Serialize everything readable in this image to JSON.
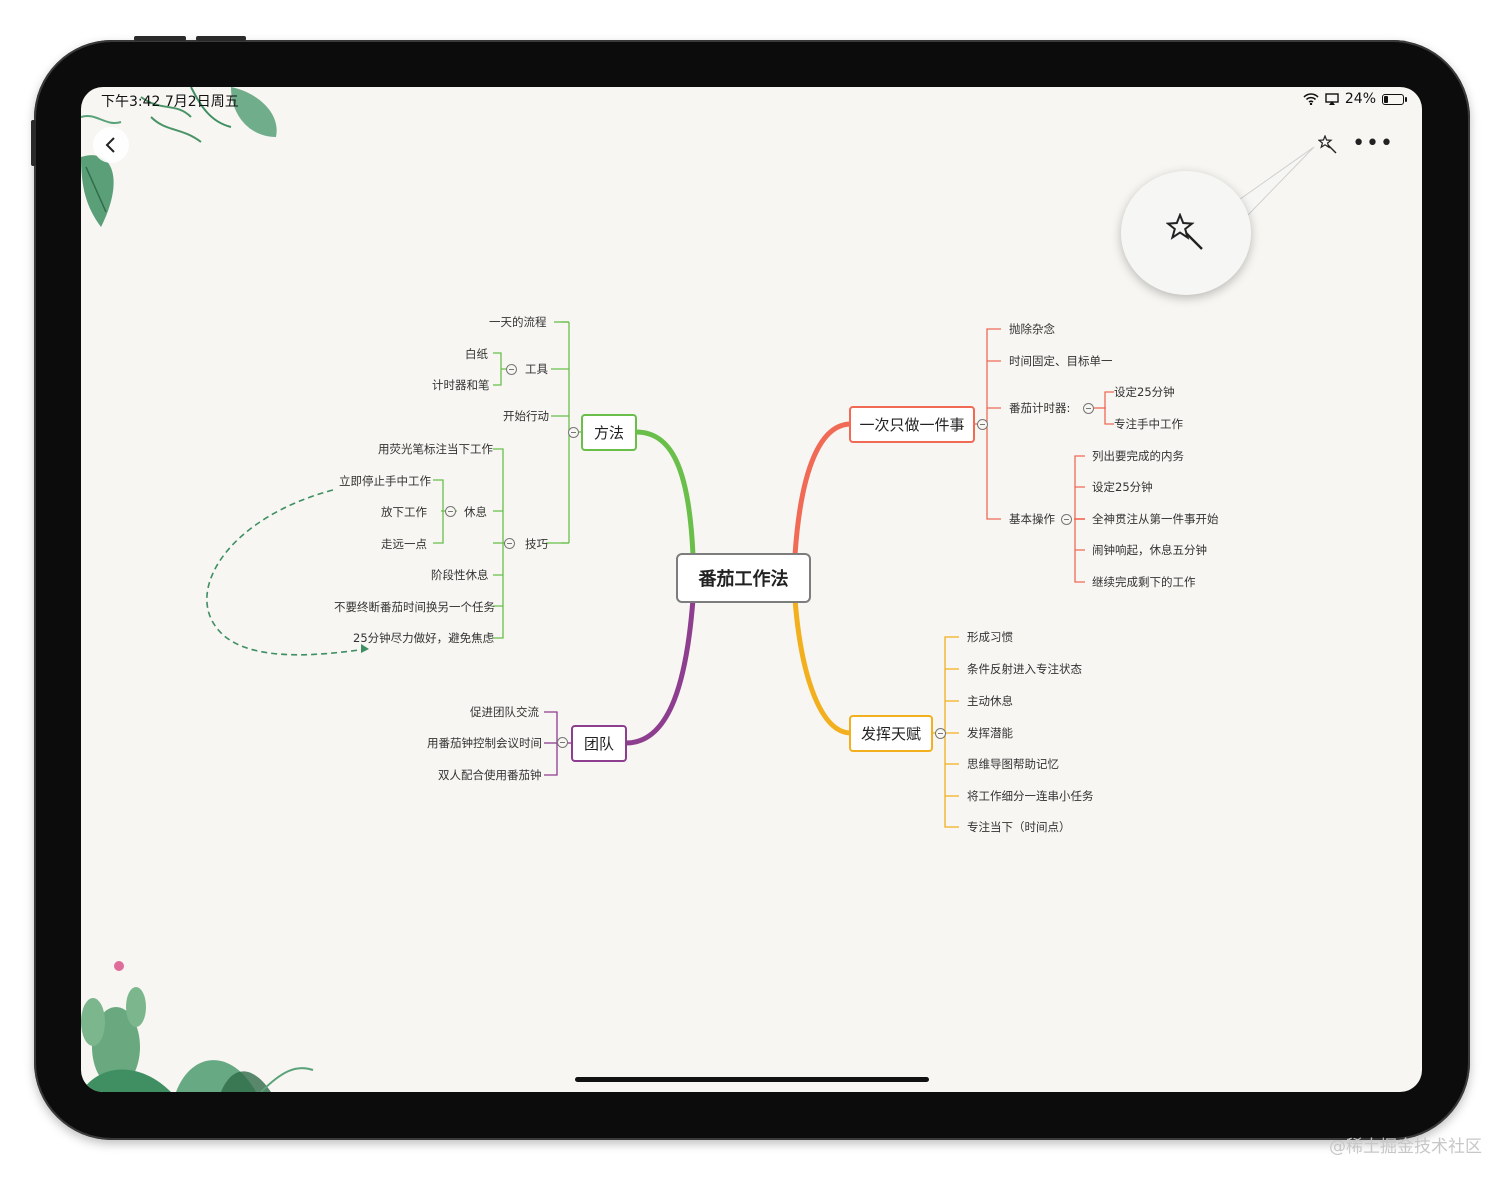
{
  "status_bar": {
    "time_date": "下午3:42  7月2日周五",
    "battery": "24%",
    "battery_level": 0.24
  },
  "toolbar": {
    "back_icon": "chevron-left-icon",
    "magic_icon": "magic-wand-icon",
    "more_icon": "more-horizontal-icon",
    "more_label": "•••"
  },
  "mindmap": {
    "center": "番茄工作法",
    "branches": {
      "method": {
        "label": "方法",
        "color": "#6abf4b",
        "items": [
          "一天的流程",
          "工具",
          "白纸",
          "计时器和笔",
          "开始行动",
          "技巧",
          "用荧光笔标注当下工作",
          "休息",
          "立即停止手中工作",
          "放下工作",
          "走远一点",
          "阶段性休息",
          "不要终断番茄时间换另一个任务",
          "25分钟尽力做好，避免焦虑"
        ]
      },
      "team": {
        "label": "团队",
        "color": "#8e3e8f",
        "items": [
          "促进团队交流",
          "用番茄钟控制会议时间",
          "双人配合使用番茄钟"
        ]
      },
      "one_thing": {
        "label": "一次只做一件事",
        "color": "#f06a55",
        "items": [
          "抛除杂念",
          "时间固定、目标单一",
          "番茄计时器:",
          "设定25分钟",
          "专注手中工作",
          "基本操作",
          "列出要完成的内务",
          "设定25分钟",
          "全神贯注从第一件事开始",
          "闹钟响起，休息五分钟",
          "继续完成剩下的工作"
        ]
      },
      "talent": {
        "label": "发挥天赋",
        "color": "#f2b01e",
        "items": [
          "形成习惯",
          "条件反射进入专注状态",
          "主动休息",
          "发挥潜能",
          "思维导图帮助记忆",
          "将工作细分一连串小任务",
          "专注当下（时间点）"
        ]
      }
    }
  },
  "watermark": "@稀土掘金技术社区"
}
